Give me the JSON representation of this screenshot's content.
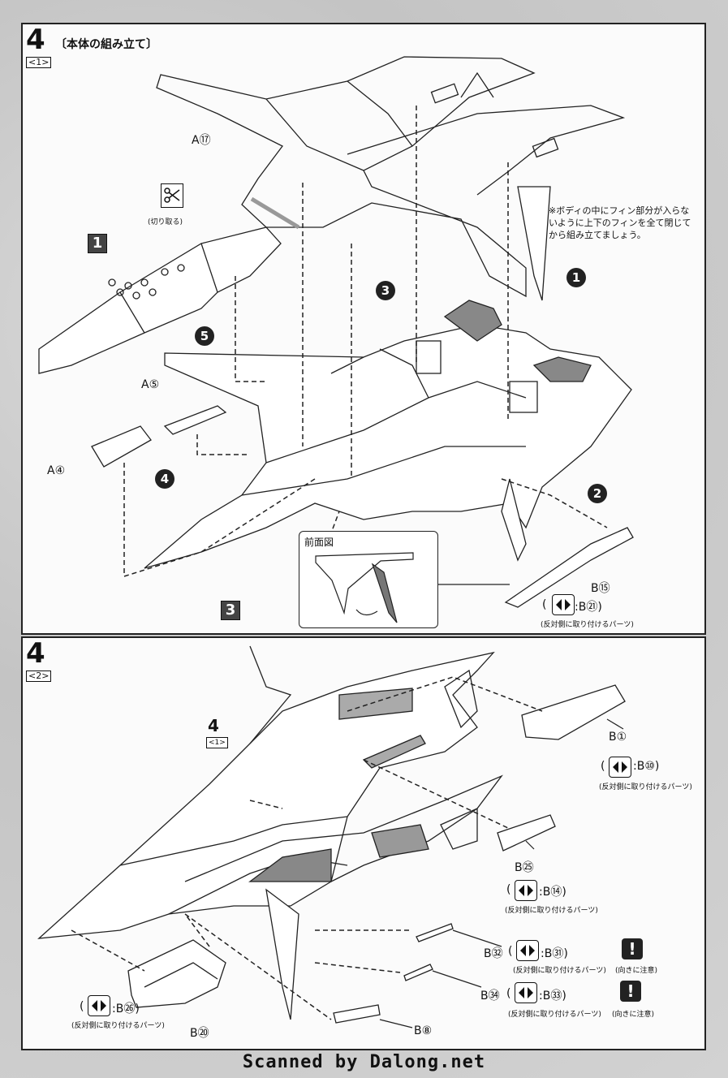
{
  "step1": {
    "number": "4",
    "substep": "<1>",
    "title": "〔本体の組み立て〕",
    "note": "※ボディの中にフィン部分が入らないように上下のフィンを全て閉じてから組み立てましょう。",
    "cut_label": "(切り取る)",
    "inset_title": "前面図",
    "parts": {
      "a17": "A⑰",
      "a5": "A⑤",
      "a4": "A④",
      "b15": "B⑮",
      "b21_paren_open": "(",
      "b21": ":B㉑)",
      "opposite": "(反対側に取り付けるパーツ)"
    },
    "circles": [
      "1",
      "2",
      "3",
      "4",
      "5"
    ],
    "squares": [
      "1",
      "3"
    ]
  },
  "step2": {
    "number": "4",
    "substep": "<2>",
    "ref_number": "4",
    "ref_substep": "<1>",
    "parts": {
      "b1": "B①",
      "b10": ":B⑩)",
      "b25": "B㉕",
      "b14": ":B⑭)",
      "b32": "B㉜",
      "b31": ":B㉛)",
      "b34": "B㉞",
      "b33": ":B㉝)",
      "b8": "B⑧",
      "b20": "B⑳",
      "b26": ":B㉖)",
      "paren_open": "("
    },
    "opposite": "(反対側に取り付けるパーツ)",
    "caution": "(向きに注意)",
    "warn_glyph": "!"
  },
  "footer": "Scanned by Dalong.net"
}
